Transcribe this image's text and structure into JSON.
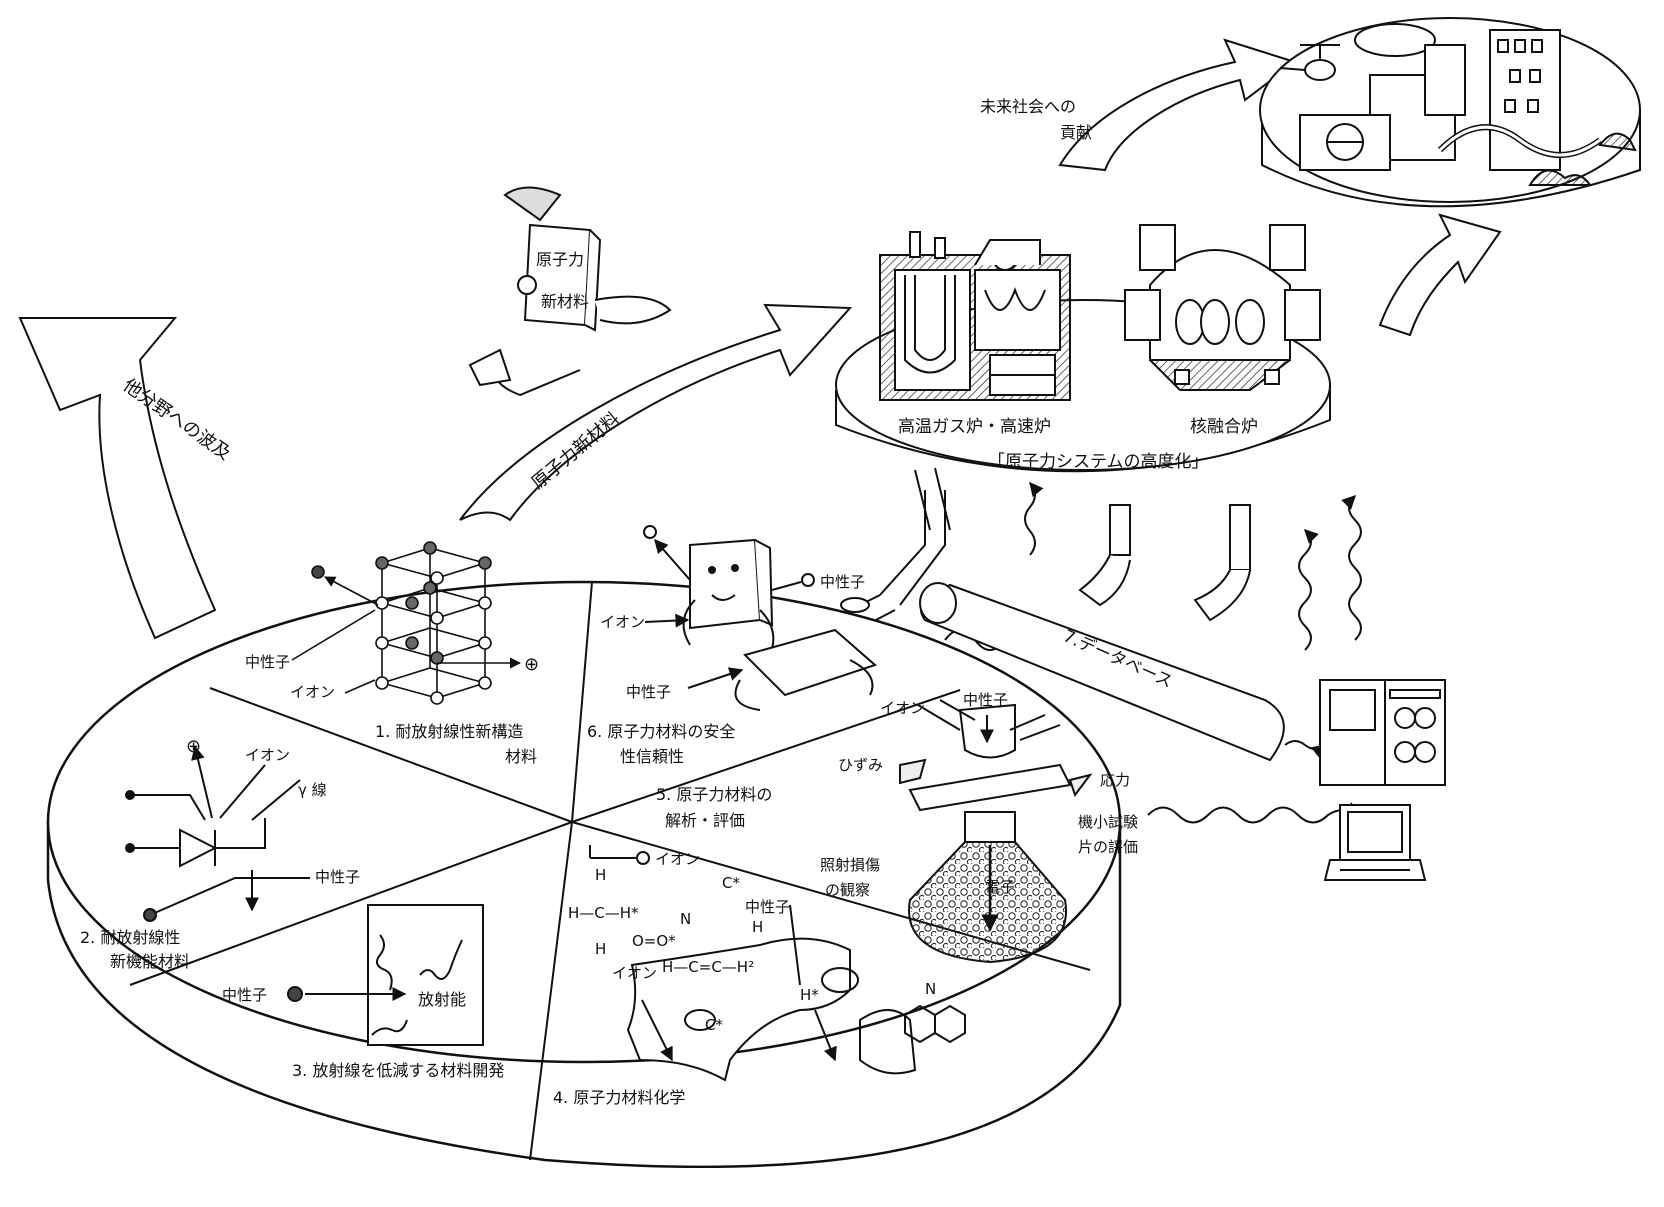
{
  "arrows": {
    "other_fields": "他分野への波及",
    "new_materials": "原子力新材料",
    "future_society_line1": "未来社会への",
    "future_society_line2": "貢献"
  },
  "mascot": {
    "line1": "原子力",
    "line2": "新材料"
  },
  "platform": {
    "htgr_label": "高温ガス炉・高速炉",
    "fusion_label": "核融合炉",
    "caption": "「原子力システムの高度化」"
  },
  "database": {
    "label": "7.データベース"
  },
  "segments": {
    "s1": {
      "line1": "1. 耐放射線性新構造",
      "line2": "材料",
      "neutron": "中性子",
      "ion": "イオン",
      "plus": "⊕"
    },
    "s2": {
      "line1": "2. 耐放射線性",
      "line2": "新機能材料",
      "ion": "イオン",
      "gamma": "γ 線",
      "neutron": "中性子",
      "plus": "⊕"
    },
    "s3": {
      "label": "3. 放射線を低減する材料開発",
      "neutron": "中性子",
      "radio": "放射能"
    },
    "s4": {
      "label": "4. 原子力材料化学",
      "ion_top": "イオン",
      "ion_bottom": "イオン",
      "neutron": "中性子",
      "chem": [
        "H",
        "H—C—H*",
        "H",
        "O=O*",
        "H—C=C—H²",
        "C*",
        "N",
        "H",
        "H*",
        "C*",
        "N"
      ]
    },
    "s5": {
      "line1": "5. 原子力材料の",
      "line2": "解析・評価",
      "ion": "イオン",
      "neutron": "中性子",
      "strain": "ひずみ",
      "stress": "応力",
      "small_spec_1": "機小試験",
      "small_spec_2": "片の評価",
      "irr_1": "照射損傷",
      "irr_2": "の観察",
      "electron": "電子"
    },
    "s6": {
      "line1": "6. 原子力材料の安全",
      "line2": "性信頼性",
      "neutron": "中性子",
      "ion": "イオン",
      "neutron2": "中性子"
    }
  }
}
